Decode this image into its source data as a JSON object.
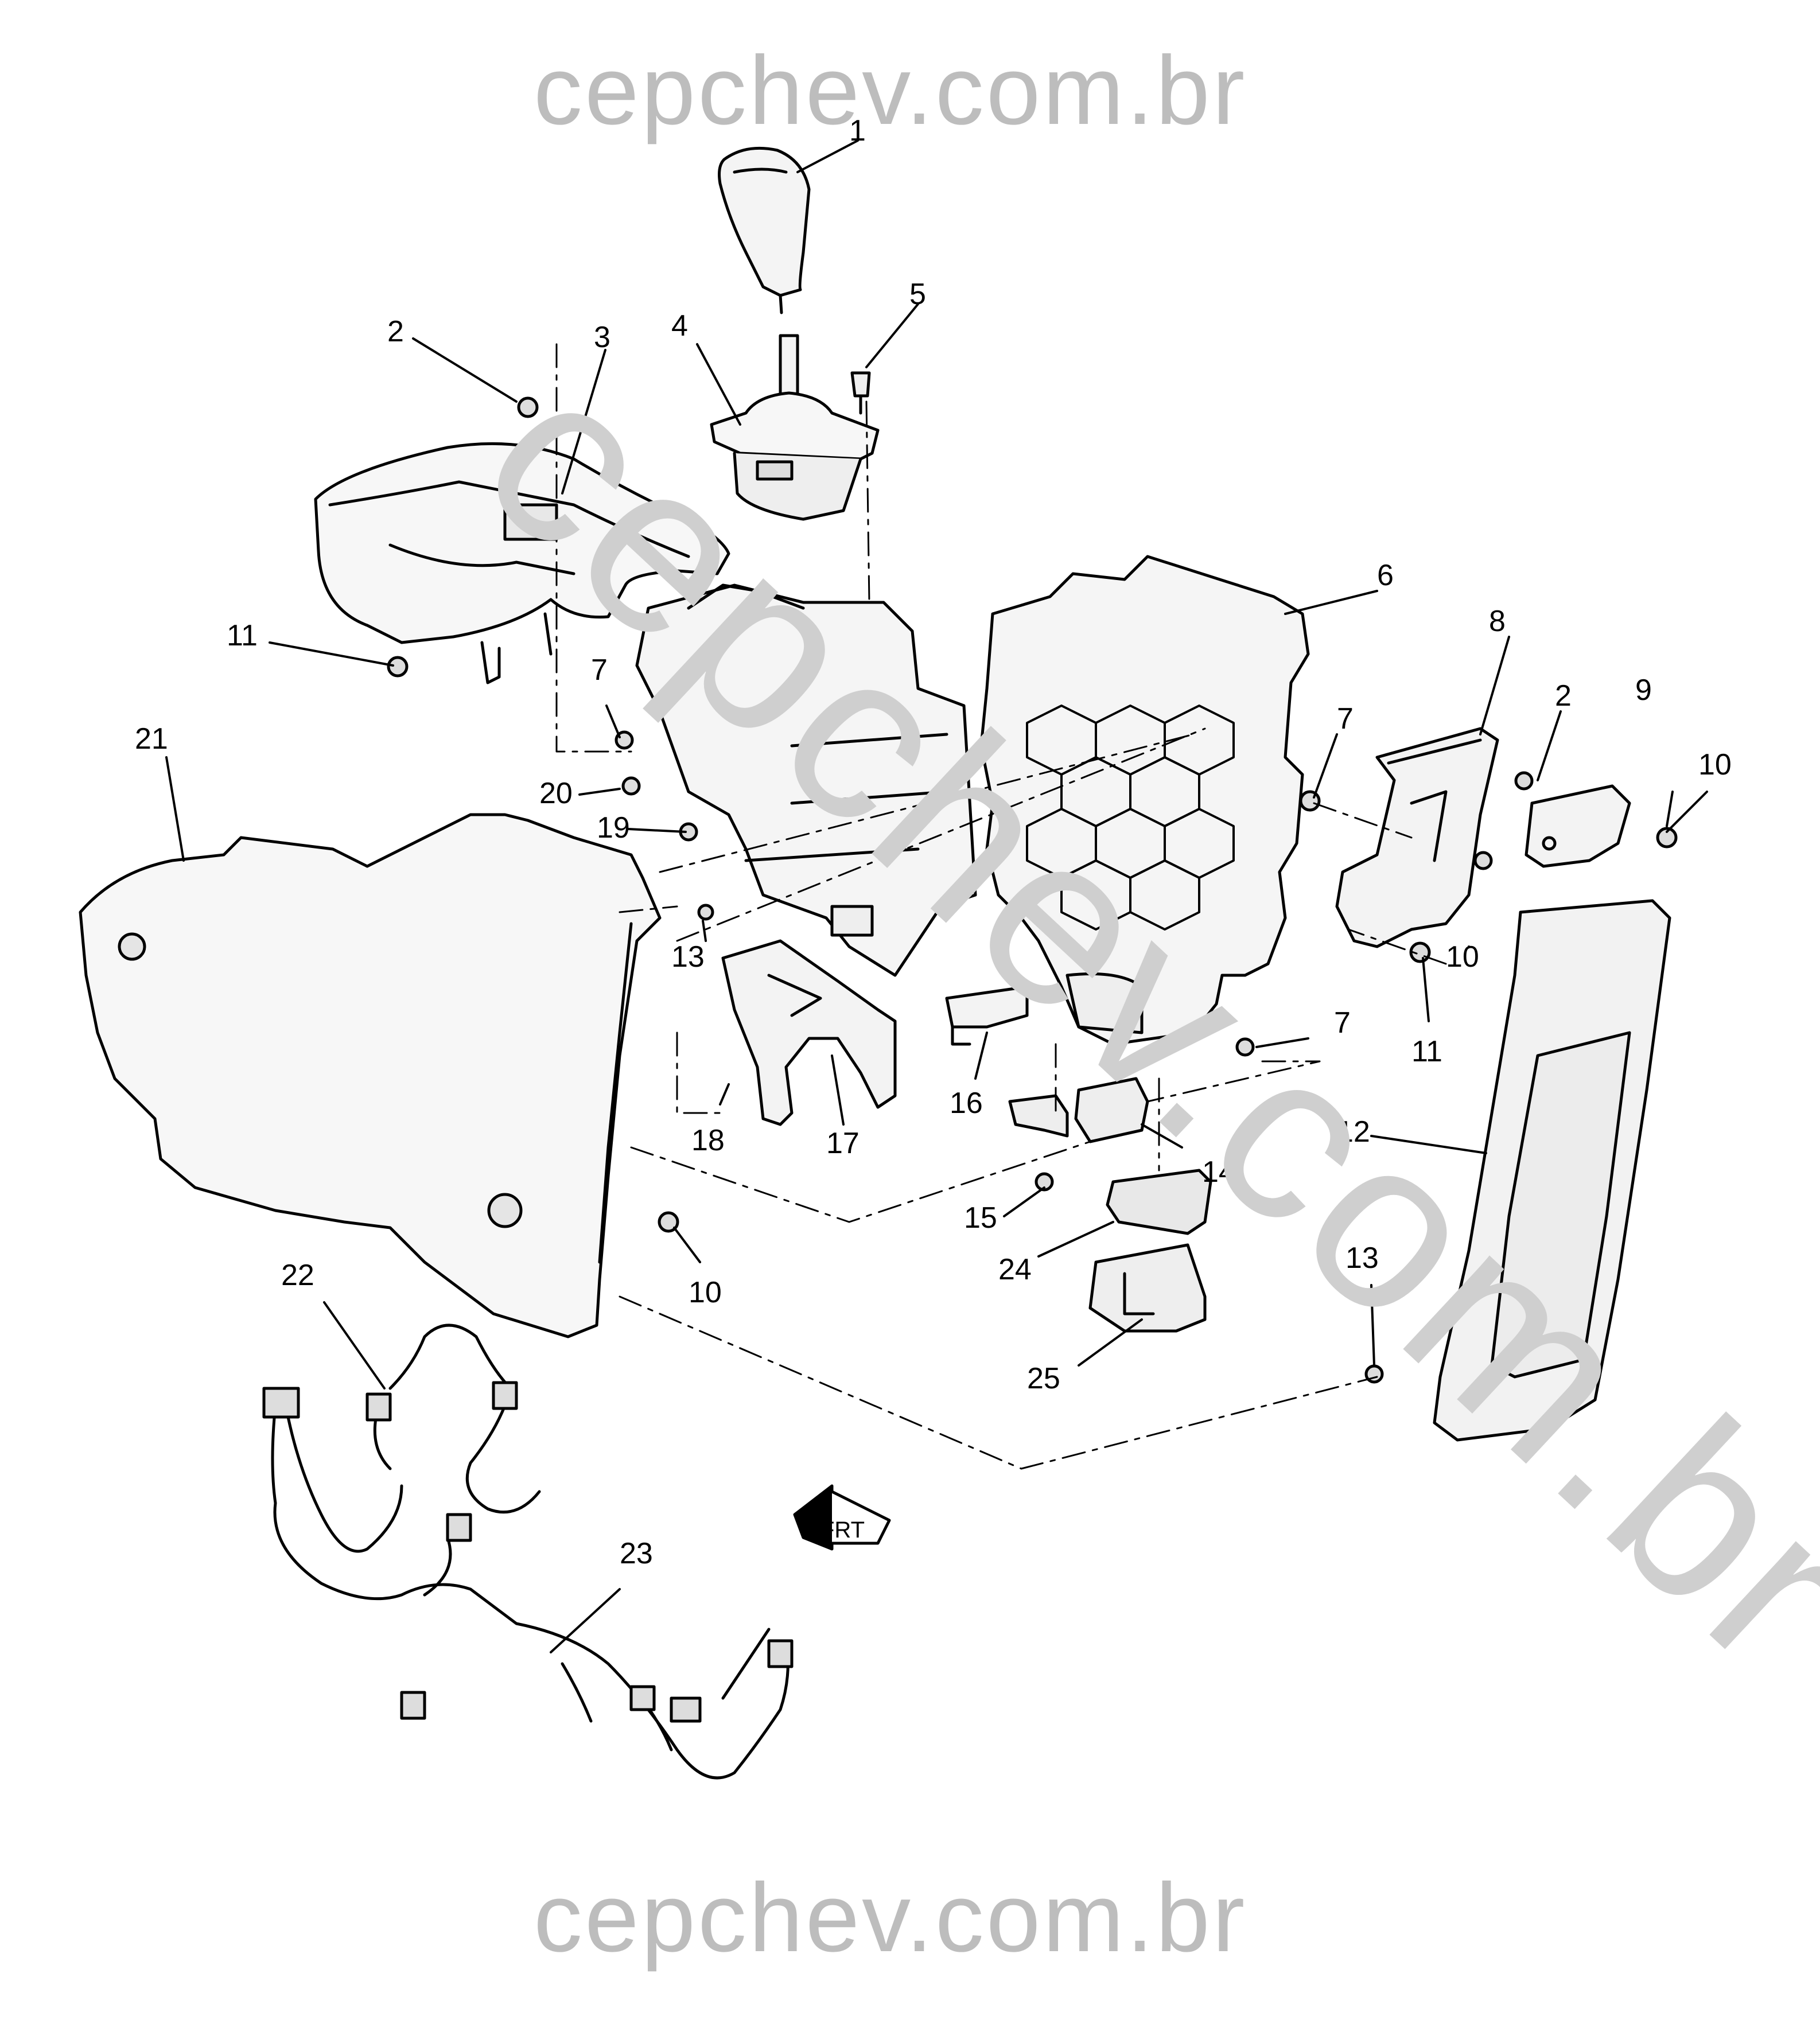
{
  "watermark": {
    "top": "cepchev.com.br",
    "bottom": "cepchev.com.br",
    "diagonal": "cepchev.com.br"
  },
  "callouts": [
    {
      "id": "c1",
      "label": "1"
    },
    {
      "id": "c2a",
      "label": "2"
    },
    {
      "id": "c3",
      "label": "3"
    },
    {
      "id": "c4",
      "label": "4"
    },
    {
      "id": "c5",
      "label": "5"
    },
    {
      "id": "c6",
      "label": "6"
    },
    {
      "id": "c8",
      "label": "8"
    },
    {
      "id": "c2b",
      "label": "2"
    },
    {
      "id": "c9",
      "label": "9"
    },
    {
      "id": "c10a",
      "label": "10"
    },
    {
      "id": "c11a",
      "label": "11"
    },
    {
      "id": "c7a",
      "label": "7"
    },
    {
      "id": "c7b",
      "label": "7"
    },
    {
      "id": "c21",
      "label": "21"
    },
    {
      "id": "c20",
      "label": "20"
    },
    {
      "id": "c19",
      "label": "19"
    },
    {
      "id": "c13a",
      "label": "13"
    },
    {
      "id": "c10b",
      "label": "10"
    },
    {
      "id": "c11b",
      "label": "11"
    },
    {
      "id": "c7c",
      "label": "7"
    },
    {
      "id": "c16",
      "label": "16"
    },
    {
      "id": "c18",
      "label": "18"
    },
    {
      "id": "c17",
      "label": "17"
    },
    {
      "id": "c14",
      "label": "14"
    },
    {
      "id": "c12",
      "label": "12"
    },
    {
      "id": "c15",
      "label": "15"
    },
    {
      "id": "c24",
      "label": "24"
    },
    {
      "id": "c10c",
      "label": "10"
    },
    {
      "id": "c13b",
      "label": "13"
    },
    {
      "id": "c22",
      "label": "22"
    },
    {
      "id": "c25",
      "label": "25"
    },
    {
      "id": "c23",
      "label": "23"
    }
  ],
  "front_arrow": {
    "label": "FRT"
  }
}
